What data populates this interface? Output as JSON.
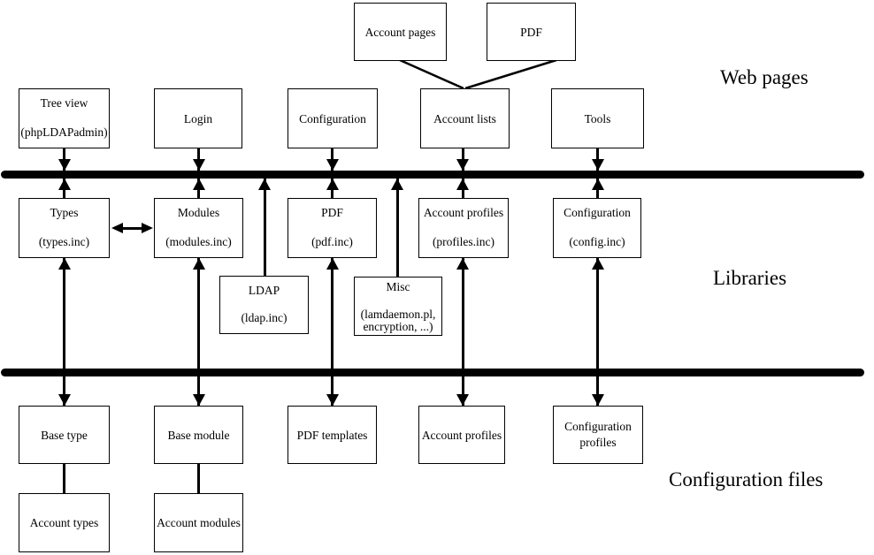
{
  "diagram": {
    "section_labels": {
      "web_pages": "Web pages",
      "libraries": "Libraries",
      "configuration_files": "Configuration files"
    },
    "nodes": {
      "account_pages": {
        "label": "Account pages"
      },
      "pdf_page": {
        "label": "PDF"
      },
      "tree_view": {
        "line1": "Tree view",
        "line2": "(phpLDAPadmin)"
      },
      "login": {
        "label": "Login"
      },
      "configuration_page": {
        "label": "Configuration"
      },
      "account_lists": {
        "label": "Account lists"
      },
      "tools": {
        "label": "Tools"
      },
      "types": {
        "line1": "Types",
        "line2": "(types.inc)"
      },
      "modules": {
        "line1": "Modules",
        "line2": "(modules.inc)"
      },
      "pdf_lib": {
        "line1": "PDF",
        "line2": "(pdf.inc)"
      },
      "account_profiles_lib": {
        "line1": "Account profiles",
        "line2": "(profiles.inc)"
      },
      "configuration_lib": {
        "line1": "Configuration",
        "line2": "(config.inc)"
      },
      "ldap": {
        "line1": "LDAP",
        "line2": "(ldap.inc)"
      },
      "misc": {
        "line1": "Misc",
        "line2": "(lamdaemon.pl,",
        "line3": "encryption, ...)"
      },
      "base_type": {
        "label": "Base type"
      },
      "base_module": {
        "label": "Base module"
      },
      "pdf_templates": {
        "label": "PDF templates"
      },
      "account_profiles_file": {
        "label": "Account profiles"
      },
      "configuration_profiles": {
        "line1": "Configuration",
        "line2": "profiles"
      },
      "account_types": {
        "label": "Account types"
      },
      "account_modules": {
        "label": "Account modules"
      }
    },
    "colors": {
      "line": "#000000",
      "background": "#ffffff",
      "text": "#000000"
    }
  }
}
